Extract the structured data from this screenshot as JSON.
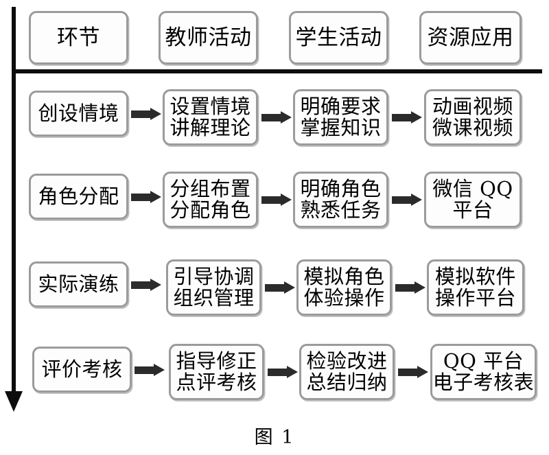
{
  "figure": {
    "caption": "图 1",
    "axis_arrow_direction": "down",
    "colors": {
      "box_border": "#9b9b9b",
      "box_fill": "#fdfdfd",
      "axis": "#0d0d0d",
      "arrow": "#2b2b2b",
      "text": "#000000"
    }
  },
  "header": {
    "columns": [
      {
        "label": "环节"
      },
      {
        "label": "教师活动"
      },
      {
        "label": "学生活动"
      },
      {
        "label": "资源应用"
      }
    ]
  },
  "rows": [
    {
      "stage": {
        "lines": [
          "创设情境"
        ]
      },
      "teacher": {
        "lines": [
          "设置情境",
          "讲解理论"
        ]
      },
      "student": {
        "lines": [
          "明确要求",
          "掌握知识"
        ]
      },
      "resource": {
        "lines": [
          "动画视频",
          "微课视频"
        ]
      }
    },
    {
      "stage": {
        "lines": [
          "角色分配"
        ]
      },
      "teacher": {
        "lines": [
          "分组布置",
          "分配角色"
        ]
      },
      "student": {
        "lines": [
          "明确角色",
          "熟悉任务"
        ]
      },
      "resource": {
        "lines": [
          "微信 QQ",
          "平台"
        ]
      }
    },
    {
      "stage": {
        "lines": [
          "实际演练"
        ]
      },
      "teacher": {
        "lines": [
          "引导协调",
          "组织管理"
        ]
      },
      "student": {
        "lines": [
          "模拟角色",
          "体验操作"
        ]
      },
      "resource": {
        "lines": [
          "模拟软件",
          "操作平台"
        ]
      }
    },
    {
      "stage": {
        "lines": [
          "评价考核"
        ]
      },
      "teacher": {
        "lines": [
          "指导修正",
          "点评考核"
        ]
      },
      "student": {
        "lines": [
          "检验改进",
          "总结归纳"
        ]
      },
      "resource": {
        "lines": [
          "QQ 平台",
          "电子考核表"
        ]
      }
    }
  ],
  "arrows": {
    "count_per_row": 3,
    "glyph": "right-arrow"
  }
}
